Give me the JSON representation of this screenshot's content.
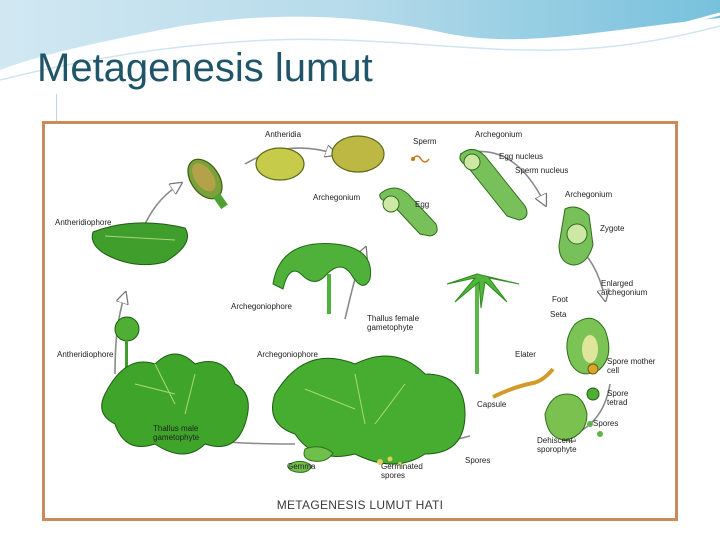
{
  "slide": {
    "title": "Metagenesis lumut",
    "theme_color": "#1f5469",
    "frame_color": "#c98a5c",
    "plant_color": "#3fa52a"
  },
  "diagram": {
    "caption": "METAGENESIS LUMUT HATI",
    "labels": {
      "antheridia": "Antheridia",
      "sperm": "Sperm",
      "archegonium_top": "Archegonium",
      "egg_nucleus": "Egg nucleus",
      "sperm_nucleus": "Sperm nucleus",
      "archegonium_right": "Archegonium",
      "archegonium_mid": "Archegonium",
      "egg": "Egg",
      "zygote": "Zygote",
      "antheridiophore_top": "Antheridiophore",
      "enlarged_archegonium": "Enlarged archegonium",
      "archegoniophore_mid": "Archegoniophore",
      "foot": "Foot",
      "seta": "Seta",
      "thallus_female": "Thallus female gametophyte",
      "antheridiophore_left": "Antheridiophore",
      "archegoniophore_left": "Archegoniophore",
      "elater": "Elater",
      "spore_mother_cell": "Spore mother cell",
      "spore_tetrad": "Spore tetrad",
      "capsule": "Capsule",
      "spores_right": "Spores",
      "thallus_male": "Thallus male gametophyte",
      "dehiscent_sporophyte": "Dehiscent sporophyte",
      "gemma": "Gemma",
      "germinated_spores": "Germinated spores",
      "spores_bottom": "Spores"
    }
  }
}
